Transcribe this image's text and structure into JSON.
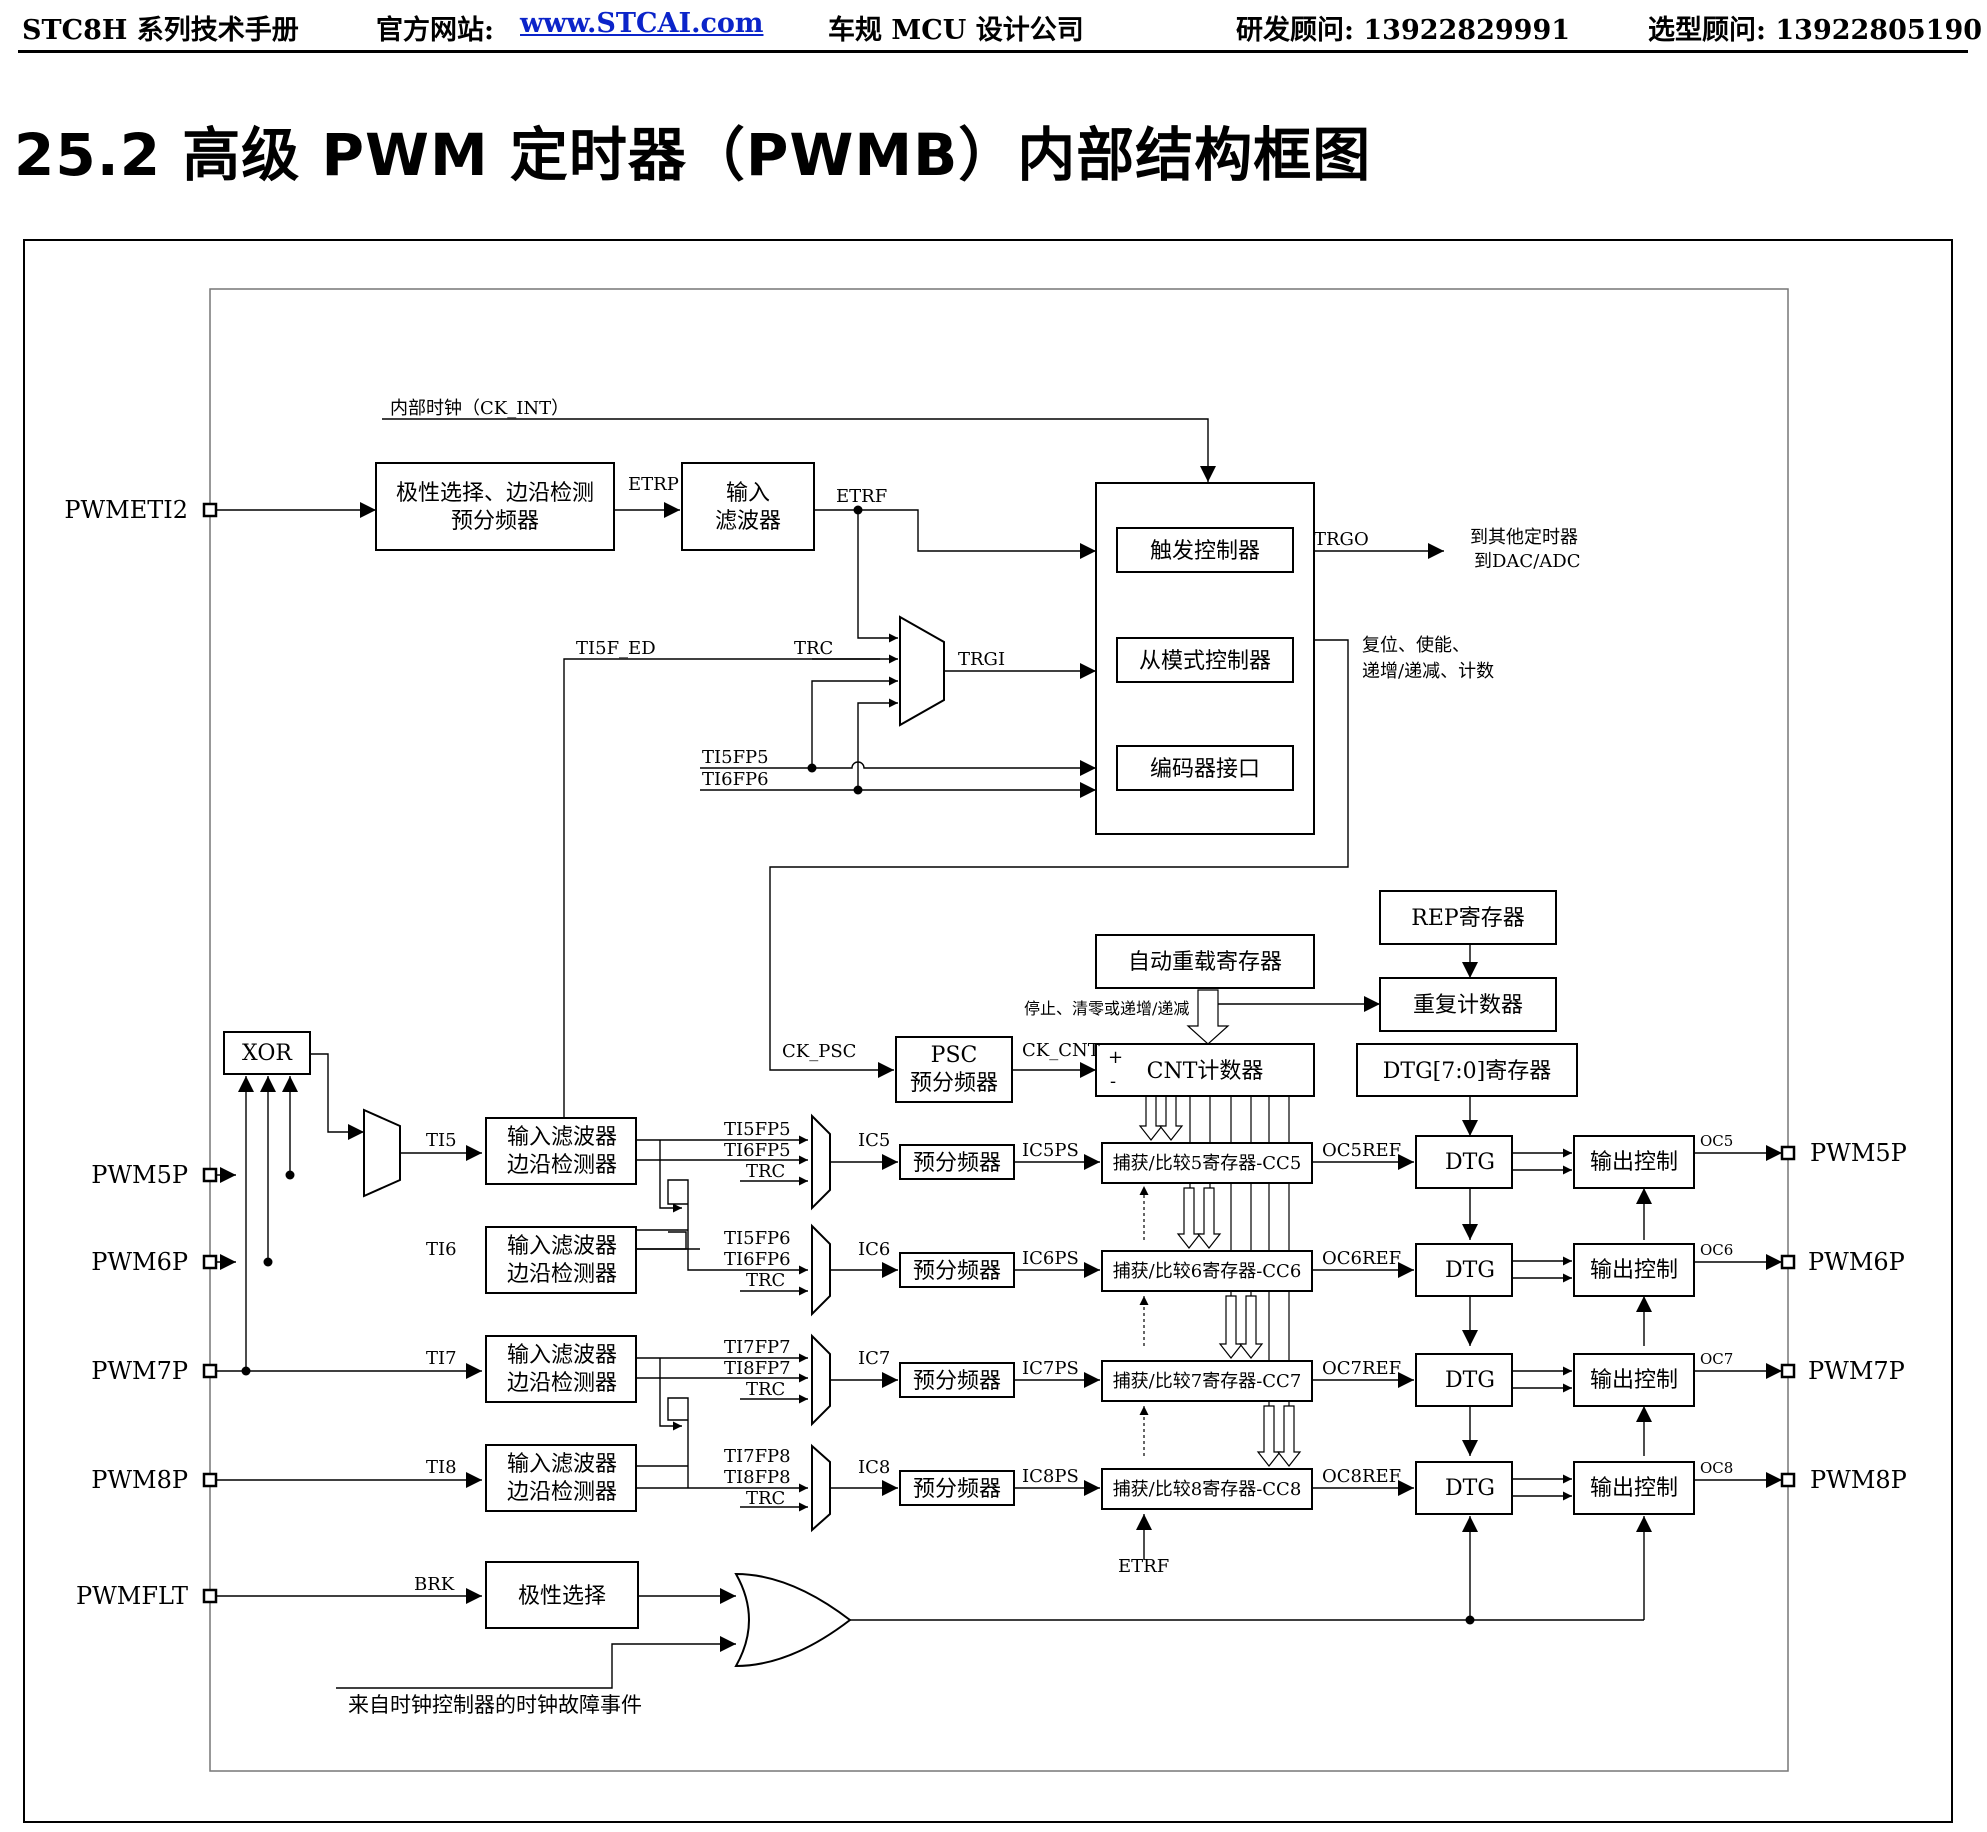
{
  "header": {
    "manual": "STC8H 系列技术手册",
    "site_label": "官方网站:",
    "site_link": "www.STCAI.com",
    "company": "车规 MCU 设计公司",
    "rd_consultant": "研发顾问: 13922829991",
    "sel_consultant": "选型顾问: 13922805190"
  },
  "section": {
    "title": "25.2   高级 PWM 定时器（PWMB）内部结构框图"
  },
  "diagram": {
    "pins": {
      "pwmeti2": "PWMETI2",
      "pwm5p_in": "PWM5P",
      "pwm6p_in": "PWM6P",
      "pwm7p_in": "PWM7P",
      "pwm8p_in": "PWM8P",
      "pwmflt": "PWMFLT",
      "pwm5p_out": "PWM5P",
      "pwm6p_out": "PWM6P",
      "pwm7p_out": "PWM7P",
      "pwm8p_out": "PWM8P"
    },
    "blocks": {
      "polarity_edge_1": "极性选择、边沿检测",
      "polarity_edge_2": "预分频器",
      "input_filter_1": "输入",
      "input_filter_2": "滤波器",
      "trigger_ctrl": "触发控制器",
      "slave_ctrl": "从模式控制器",
      "encoder_if": "编码器接口",
      "rep_reg": "REP寄存器",
      "repeat_counter": "重复计数器",
      "auto_reload": "自动重载寄存器",
      "psc_1": "PSC",
      "psc_2": "预分频器",
      "cnt": "CNT计数器",
      "dtg_reg": "DTG[7:0]寄存器",
      "xor": "XOR",
      "filt_1": "输入滤波器",
      "filt_2": "边沿检测器",
      "prescaler": "预分频器",
      "cc5": "捕获/比较5寄存器-CC5",
      "cc6": "捕获/比较6寄存器-CC6",
      "cc7": "捕获/比较7寄存器-CC7",
      "cc8": "捕获/比较8寄存器-CC8",
      "dtg": "DTG",
      "out_ctrl": "输出控制",
      "polarity": "极性选择"
    },
    "signals": {
      "ck_int": "内部时钟（CK_INT）",
      "etrp": "ETRP",
      "etrf": "ETRF",
      "trgo": "TRGO",
      "to_other_1": "到其他定时器",
      "to_other_2": "到DAC/ADC",
      "ti5f_ed": "TI5F_ED",
      "trc": "TRC",
      "trgi": "TRGI",
      "ti5fp5": "TI5FP5",
      "ti6fp6": "TI6FP6",
      "reset_1": "复位、使能、",
      "reset_2": "递增/递减、计数",
      "stop_clear": "停止、清零或递增/递减",
      "ck_psc": "CK_PSC",
      "ck_cnt": "CK_CNT",
      "plus": "+",
      "minus": "-",
      "ti5": "TI5",
      "ti6": "TI6",
      "ti7": "TI7",
      "ti8": "TI8",
      "ch5_a": "TI5FP5",
      "ch5_b": "TI6FP5",
      "ch6_a": "TI5FP6",
      "ch6_b": "TI6FP6",
      "ch7_a": "TI7FP7",
      "ch7_b": "TI8FP7",
      "ch8_a": "TI7FP8",
      "ch8_b": "TI8FP8",
      "ic5": "IC5",
      "ic6": "IC6",
      "ic7": "IC7",
      "ic8": "IC8",
      "ic5ps": "IC5PS",
      "ic6ps": "IC6PS",
      "ic7ps": "IC7PS",
      "ic8ps": "IC8PS",
      "oc5ref": "OC5REF",
      "oc6ref": "OC6REF",
      "oc7ref": "OC7REF",
      "oc8ref": "OC8REF",
      "oc5": "OC5",
      "oc6": "OC6",
      "oc7": "OC7",
      "oc8": "OC8",
      "brk": "BRK",
      "etrf_bottom": "ETRF",
      "clock_fail": "来自时钟控制器的时钟故障事件"
    }
  }
}
